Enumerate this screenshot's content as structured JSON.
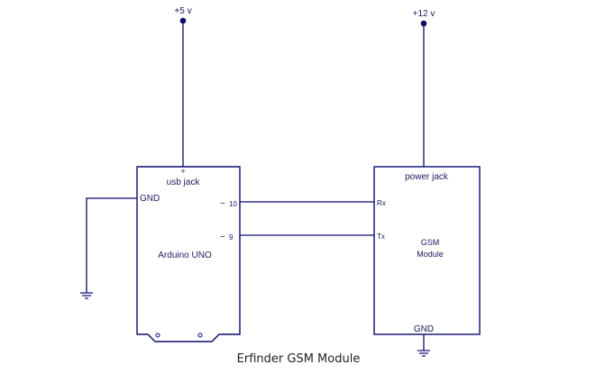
{
  "diagram": {
    "caption": "Erfinder GSM Module",
    "colors": {
      "wire": "#0c0c6e",
      "text": "#1a1a5e"
    },
    "supplies": [
      {
        "id": "5v",
        "label": "+5 v"
      },
      {
        "id": "12v",
        "label": "+12 v"
      }
    ],
    "arduino": {
      "name": "Arduino UNO",
      "plus_mark": "+",
      "power_pin": "usb jack",
      "gnd_pin": "GND",
      "pins": [
        {
          "symbol": "~",
          "number": "10"
        },
        {
          "symbol": "~",
          "number": "9"
        }
      ]
    },
    "gsm": {
      "name_line1": "GSM",
      "name_line2": "Module",
      "power_pin": "power jack",
      "rx_pin": "Rx",
      "tx_pin": "Tx",
      "gnd_pin": "GND"
    },
    "connections": [
      {
        "from": "+5 v",
        "to": "usb jack"
      },
      {
        "from": "+12 v",
        "to": "power jack"
      },
      {
        "from": "~10",
        "to": "Rx"
      },
      {
        "from": "~9",
        "to": "Tx"
      },
      {
        "from": "Arduino GND",
        "to": "ground"
      },
      {
        "from": "GSM GND",
        "to": "ground"
      }
    ]
  }
}
